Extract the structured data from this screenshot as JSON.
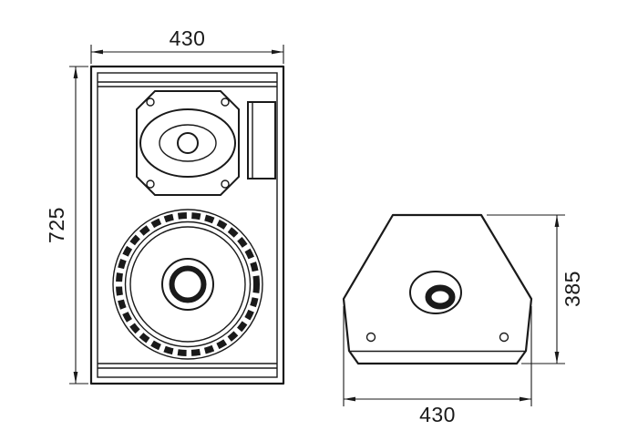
{
  "colors": {
    "line": "#1a1a1a",
    "background": "#ffffff"
  },
  "front_view": {
    "width_label": "430",
    "height_label": "725"
  },
  "top_view": {
    "depth_label": "385",
    "width_label": "430"
  }
}
